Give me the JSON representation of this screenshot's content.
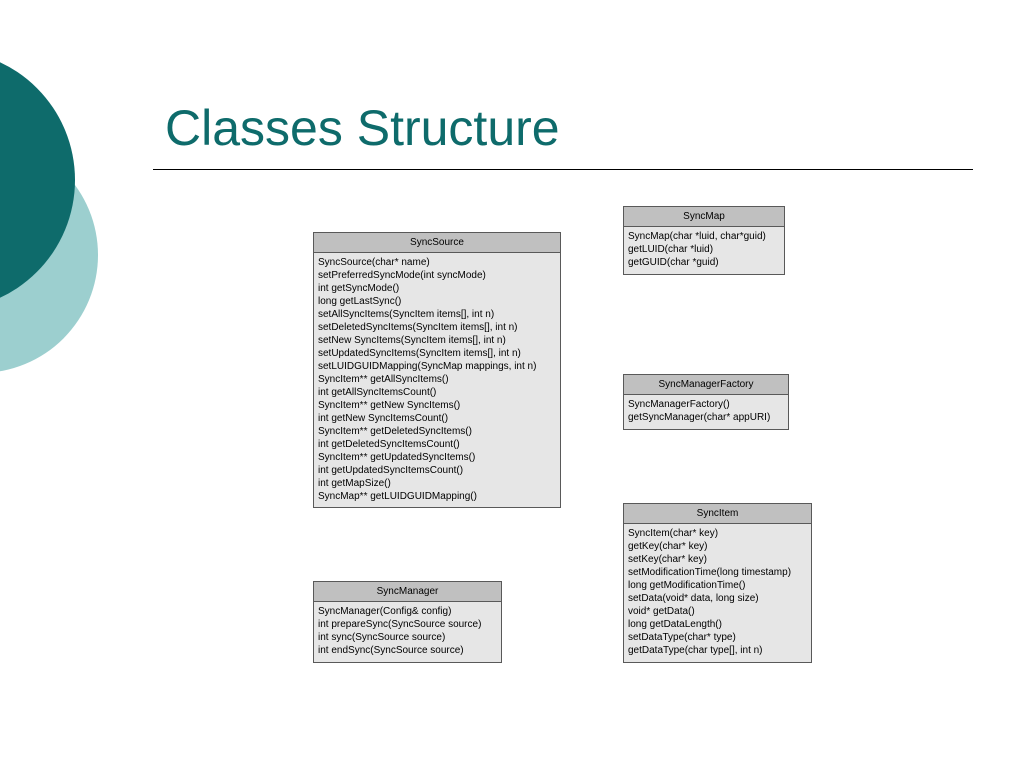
{
  "slide": {
    "title": "Classes Structure"
  },
  "colors": {
    "title": "#0e6b6b",
    "dark_circle": "#0e6b6b",
    "light_circle": "#9ccfcf",
    "box_header": "#c0c0c0",
    "box_body": "#e6e6e6",
    "box_border": "#595959"
  },
  "classes": {
    "sync_source": {
      "name": "SyncSource",
      "methods": [
        "SyncSource(char* name)",
        "setPreferredSyncMode(int syncMode)",
        "int getSyncMode()",
        "long getLastSync()",
        "setAllSyncItems(SyncItem items[], int n)",
        "setDeletedSyncItems(SyncItem items[], int n)",
        "setNew SyncItems(SyncItem items[], int n)",
        "setUpdatedSyncItems(SyncItem items[], int n)",
        "setLUIDGUIDMapping(SyncMap mappings, int n)",
        "SyncItem** getAllSyncItems()",
        "int getAllSyncItemsCount()",
        "SyncItem** getNew SyncItems()",
        "int getNew SyncItemsCount()",
        "SyncItem** getDeletedSyncItems()",
        "int getDeletedSyncItemsCount()",
        "SyncItem** getUpdatedSyncItems()",
        "int getUpdatedSyncItemsCount()",
        "int getMapSize()",
        "SyncMap** getLUIDGUIDMapping()"
      ]
    },
    "sync_map": {
      "name": "SyncMap",
      "methods": [
        "SyncMap(char *luid, char*guid)",
        "getLUID(char *luid)",
        "getGUID(char *guid)"
      ]
    },
    "sync_manager_factory": {
      "name": "SyncManagerFactory",
      "methods": [
        "SyncManagerFactory()",
        "getSyncManager(char* appURI)"
      ]
    },
    "sync_item": {
      "name": "SyncItem",
      "methods": [
        "SyncItem(char* key)",
        "getKey(char* key)",
        "setKey(char* key)",
        "setModificationTime(long timestamp)",
        "long getModificationTime()",
        "setData(void* data, long size)",
        "void* getData()",
        "long getDataLength()",
        "setDataType(char* type)",
        "getDataType(char type[], int n)"
      ]
    },
    "sync_manager": {
      "name": "SyncManager",
      "methods": [
        "SyncManager(Config& config)",
        "int prepareSync(SyncSource source)",
        "int sync(SyncSource source)",
        "int endSync(SyncSource source)"
      ]
    }
  }
}
